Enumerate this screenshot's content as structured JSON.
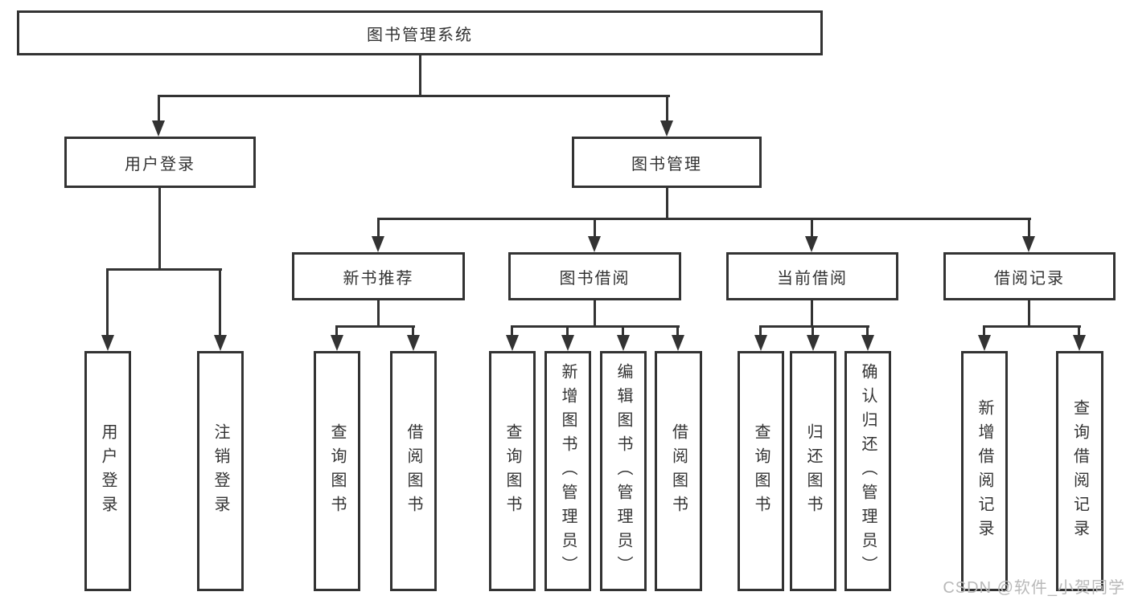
{
  "colors": {
    "line": "#333333",
    "text": "#333333",
    "background": "#ffffff",
    "watermark": "#b9b9b9"
  },
  "watermark": {
    "text": "CSDN @软件_小贺同学"
  },
  "tree": {
    "root": {
      "label": "图书管理系统",
      "children": [
        {
          "label": "用户登录",
          "children": [
            {
              "label": "用户登录"
            },
            {
              "label": "注销登录"
            }
          ]
        },
        {
          "label": "图书管理",
          "children": [
            {
              "label": "新书推荐",
              "children": [
                {
                  "label": "查询图书"
                },
                {
                  "label": "借阅图书"
                }
              ]
            },
            {
              "label": "图书借阅",
              "children": [
                {
                  "label": "查询图书"
                },
                {
                  "label": "新增图书（管理员）"
                },
                {
                  "label": "编辑图书（管理员）"
                },
                {
                  "label": "借阅图书"
                }
              ]
            },
            {
              "label": "当前借阅",
              "children": [
                {
                  "label": "查询图书"
                },
                {
                  "label": "归还图书"
                },
                {
                  "label": "确认归还（管理员）"
                }
              ]
            },
            {
              "label": "借阅记录",
              "children": [
                {
                  "label": "新增借阅记录"
                },
                {
                  "label": "查询借阅记录"
                }
              ]
            }
          ]
        }
      ]
    }
  }
}
